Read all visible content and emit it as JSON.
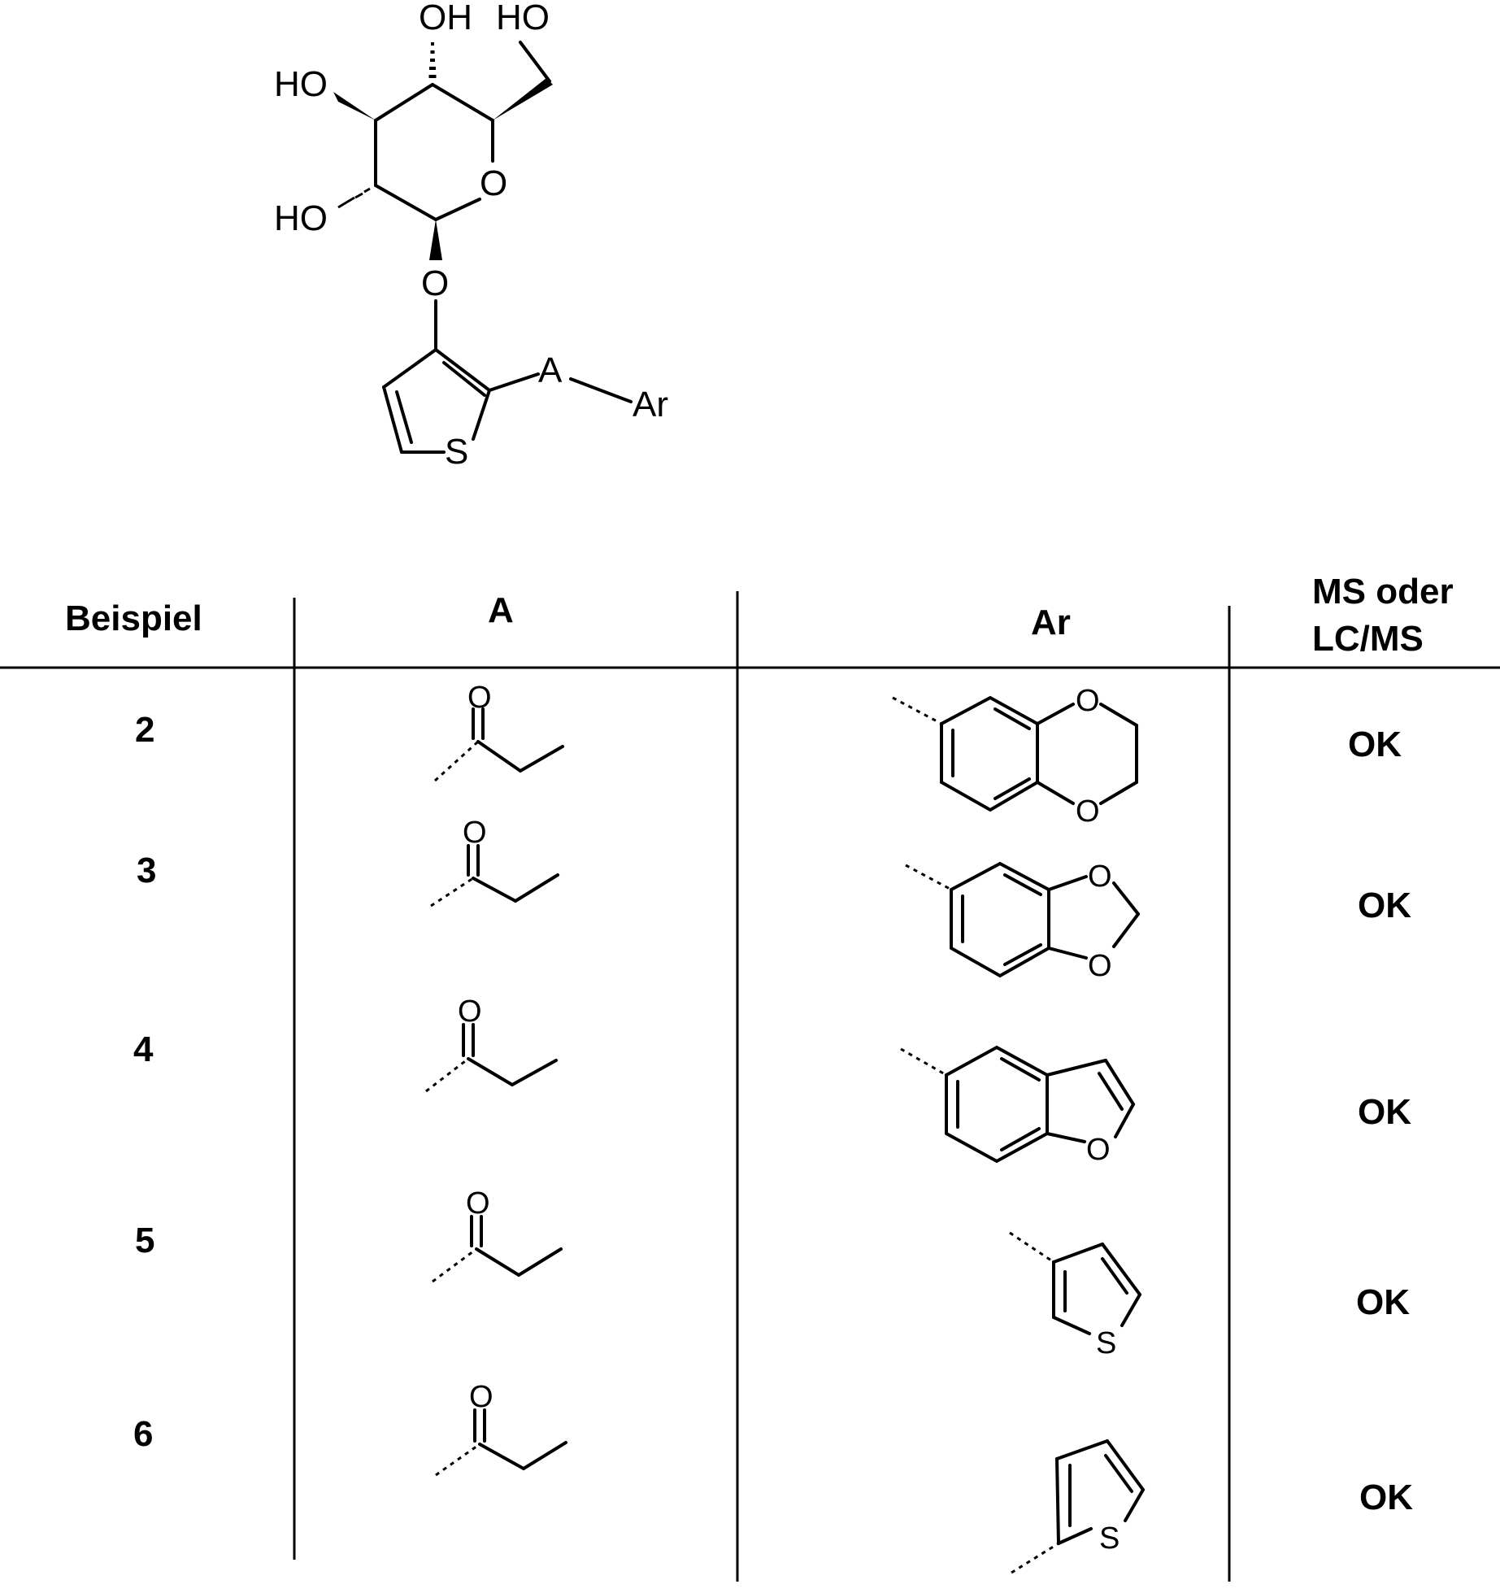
{
  "structure": {
    "labels": {
      "oh_top": "OH",
      "ho_top": "HO",
      "ho_left_upper": "HO",
      "ho_left_lower": "HO",
      "ring_o": "O",
      "glycosidic_o": "O",
      "thiophene_s": "S",
      "linker": "A",
      "aryl": "Ar"
    }
  },
  "table": {
    "headers": {
      "example": "Beispiel",
      "a": "A",
      "ar": "Ar",
      "ms_line1": "MS oder",
      "ms_line2": "LC/MS"
    },
    "rows": [
      {
        "example": "2",
        "a_o": "O",
        "ar_o1": "O",
        "ar_o2": "O",
        "result": "OK"
      },
      {
        "example": "3",
        "a_o": "O",
        "ar_o1": "O",
        "ar_o2": "O",
        "result": "OK"
      },
      {
        "example": "4",
        "a_o": "O",
        "ar_o1": "O",
        "result": "OK"
      },
      {
        "example": "5",
        "a_o": "O",
        "ar_s": "S",
        "result": "OK"
      },
      {
        "example": "6",
        "a_o": "O",
        "ar_s": "S",
        "result": "OK"
      }
    ]
  }
}
